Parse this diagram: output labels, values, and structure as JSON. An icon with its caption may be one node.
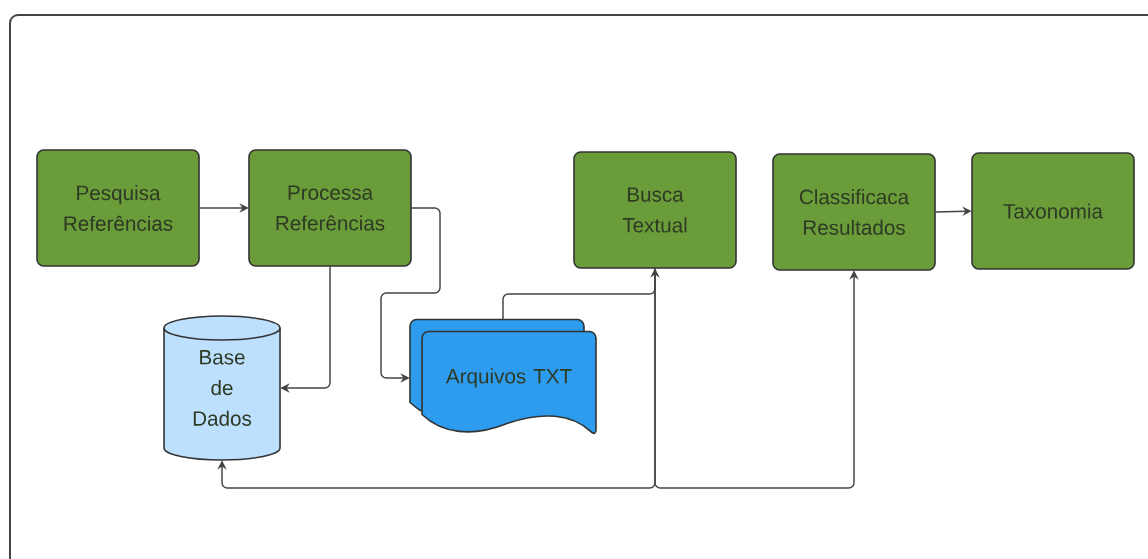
{
  "diagram": {
    "nodes": [
      {
        "text": [
          "Pesquisa Referências"
        ]
      },
      {
        "text": [
          "Processa Referências"
        ]
      },
      {
        "text": [
          "Busca Textual"
        ]
      },
      {
        "text": [
          "Classificaca Resultados"
        ]
      },
      {
        "text": [
          "Taxonomia"
        ]
      },
      {
        "text": [
          "Base de Dados"
        ]
      },
      {
        "text": [
          "Arquivos TXT"
        ]
      }
    ],
    "edges": [
      {
        "from": 0,
        "to": 1,
        "arrow": "to"
      },
      {
        "from": 1,
        "to": 5,
        "arrow": "to"
      },
      {
        "from": 1,
        "to": 6,
        "arrow": "to"
      },
      {
        "from": 6,
        "to": 2,
        "arrow": "to"
      },
      {
        "from": 2,
        "to": 5,
        "arrow": "to"
      },
      {
        "from": 2,
        "to": 3,
        "arrow": "to"
      },
      {
        "from": 3,
        "to": 4,
        "arrow": "to"
      }
    ]
  }
}
